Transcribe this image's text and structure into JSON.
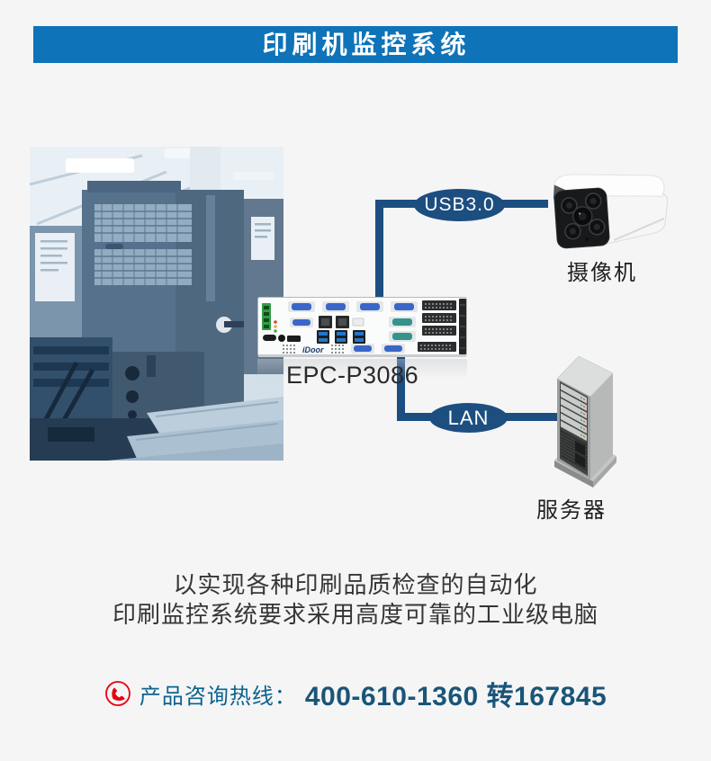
{
  "header": {
    "title": "印刷机监控系统"
  },
  "diagram": {
    "pc_label": "EPC-P3086",
    "pc_logo": "iDoor",
    "usb_label": "USB3.0",
    "lan_label": "LAN",
    "camera_label": "摄像机",
    "server_label": "服务器"
  },
  "description": {
    "line1": "以实现各种印刷品质检查的自动化",
    "line2": "印刷监控系统要求采用高度可靠的工业级电脑"
  },
  "hotline": {
    "label": "产品咨询热线：",
    "number": "400-610-1360 转167845"
  },
  "colors": {
    "header_bg": "#0e73b9",
    "connector_blue": "#1d4e80",
    "hotline_red": "#e8000d",
    "hotline_label": "#0c6390",
    "hotline_number": "#1a5578",
    "photo_tint": "#56718c"
  }
}
